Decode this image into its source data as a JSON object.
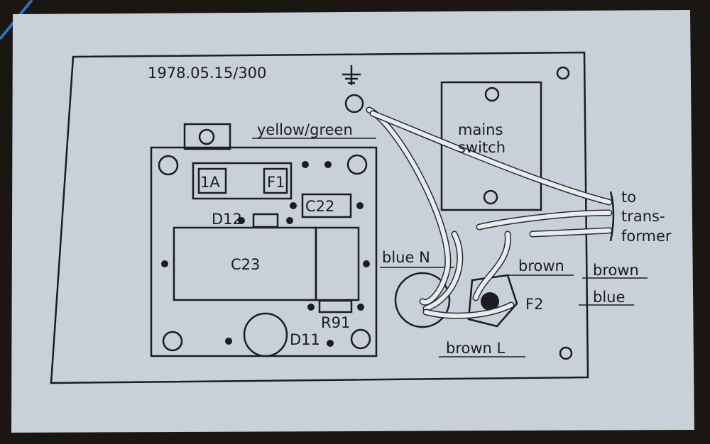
{
  "label": {
    "date_code": "1978.05.15/300",
    "earth_wire": "yellow/green",
    "switch_line1": "mains",
    "switch_line2": "switch",
    "transformer_line1": "to",
    "transformer_line2": "trans-",
    "transformer_line3": "former",
    "fuse1_rating": "1A",
    "fuse1": "F1",
    "capacitor_small": "C22",
    "diode12": "D12",
    "capacitor_large": "C23",
    "neutral_wire": "blue N",
    "brown_wire_1": "brown",
    "brown_wire_2": "brown",
    "blue_wire": "blue",
    "fuse2": "F2",
    "resistor": "R91",
    "diode11": "D11",
    "live_wire": "brown L"
  },
  "colors": {
    "paper": "#c8d0d9",
    "ink": "#1c1c22",
    "background": "#1a1612"
  }
}
